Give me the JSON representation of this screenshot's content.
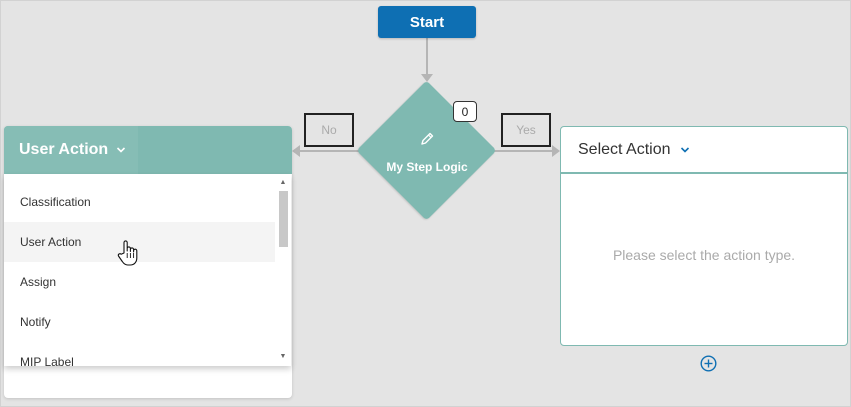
{
  "start": {
    "label": "Start"
  },
  "decision": {
    "label": "My Step Logic",
    "badge_count": "0",
    "no_label": "No",
    "yes_label": "Yes",
    "icon": "pencil-icon"
  },
  "left_panel": {
    "selected_action": "User Action",
    "dropdown_items": [
      {
        "label": "Classification"
      },
      {
        "label": "User Action"
      },
      {
        "label": "Assign"
      },
      {
        "label": "Notify"
      },
      {
        "label": "MIP Label"
      }
    ],
    "hovered_item": "User Action"
  },
  "right_panel": {
    "title": "Select Action",
    "placeholder": "Please select the action type."
  },
  "colors": {
    "primary": "#0e6fb3",
    "teal": "#7fb9b1",
    "background": "#e4e4e4"
  }
}
